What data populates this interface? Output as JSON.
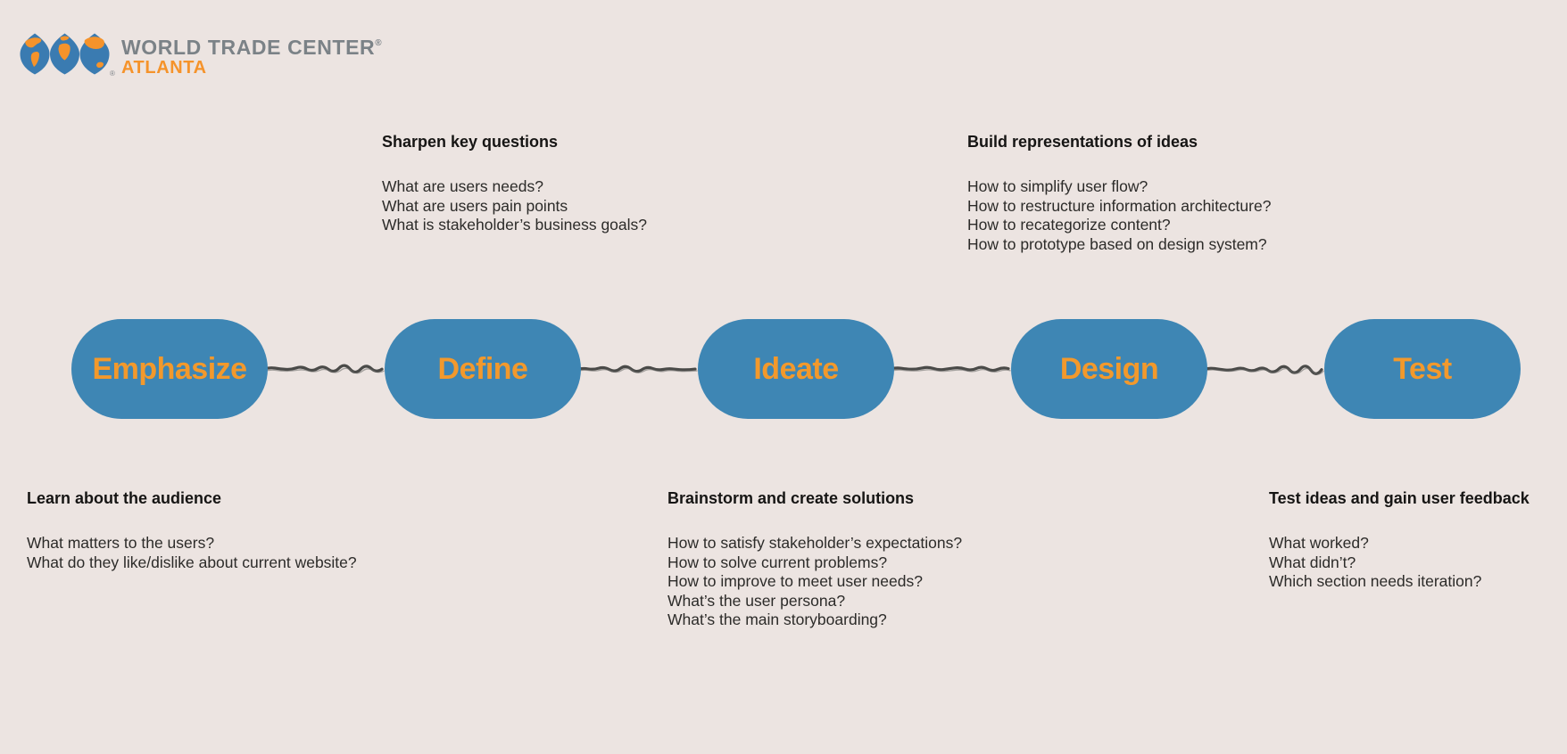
{
  "app": {
    "background_color": "#ece4e1"
  },
  "logo": {
    "title": "WORLD TRADE CENTER",
    "registered_mark": "®",
    "subtitle": "ATLANTA",
    "title_color": "#7b8287",
    "subtitle_color": "#f5932b",
    "globe_blue": "#3a7bb1",
    "globe_orange": "#f5932b"
  },
  "process": {
    "pill_color": "#3e86b4",
    "pill_text_color": "#f2992c",
    "connector_color": "#4a4a48",
    "stages": [
      {
        "label": "Emphasize"
      },
      {
        "label": "Define"
      },
      {
        "label": "Ideate"
      },
      {
        "label": "Design"
      },
      {
        "label": "Test"
      }
    ]
  },
  "notes": {
    "top": [
      {
        "title": "Sharpen key questions",
        "lines": [
          "What are users needs?",
          "What are users pain points",
          "What is stakeholder’s business goals?"
        ]
      },
      {
        "title": "Build representations of ideas",
        "lines": [
          "How to simplify user flow?",
          "How to restructure information architecture?",
          "How to recategorize content?",
          "How to prototype based on design system?"
        ]
      }
    ],
    "bottom": [
      {
        "title": "Learn about the audience",
        "lines": [
          "What matters to the users?",
          "What do they like/dislike about current website?"
        ]
      },
      {
        "title": "Brainstorm and create solutions",
        "lines": [
          "How to satisfy stakeholder’s expectations?",
          "How to solve current problems?",
          "How to improve to meet user needs?",
          "What’s the user persona?",
          "What’s the main storyboarding?"
        ]
      },
      {
        "title": "Test ideas and gain user feedback",
        "lines": [
          "What worked?",
          "What didn’t?",
          "Which section needs iteration?"
        ]
      }
    ]
  }
}
